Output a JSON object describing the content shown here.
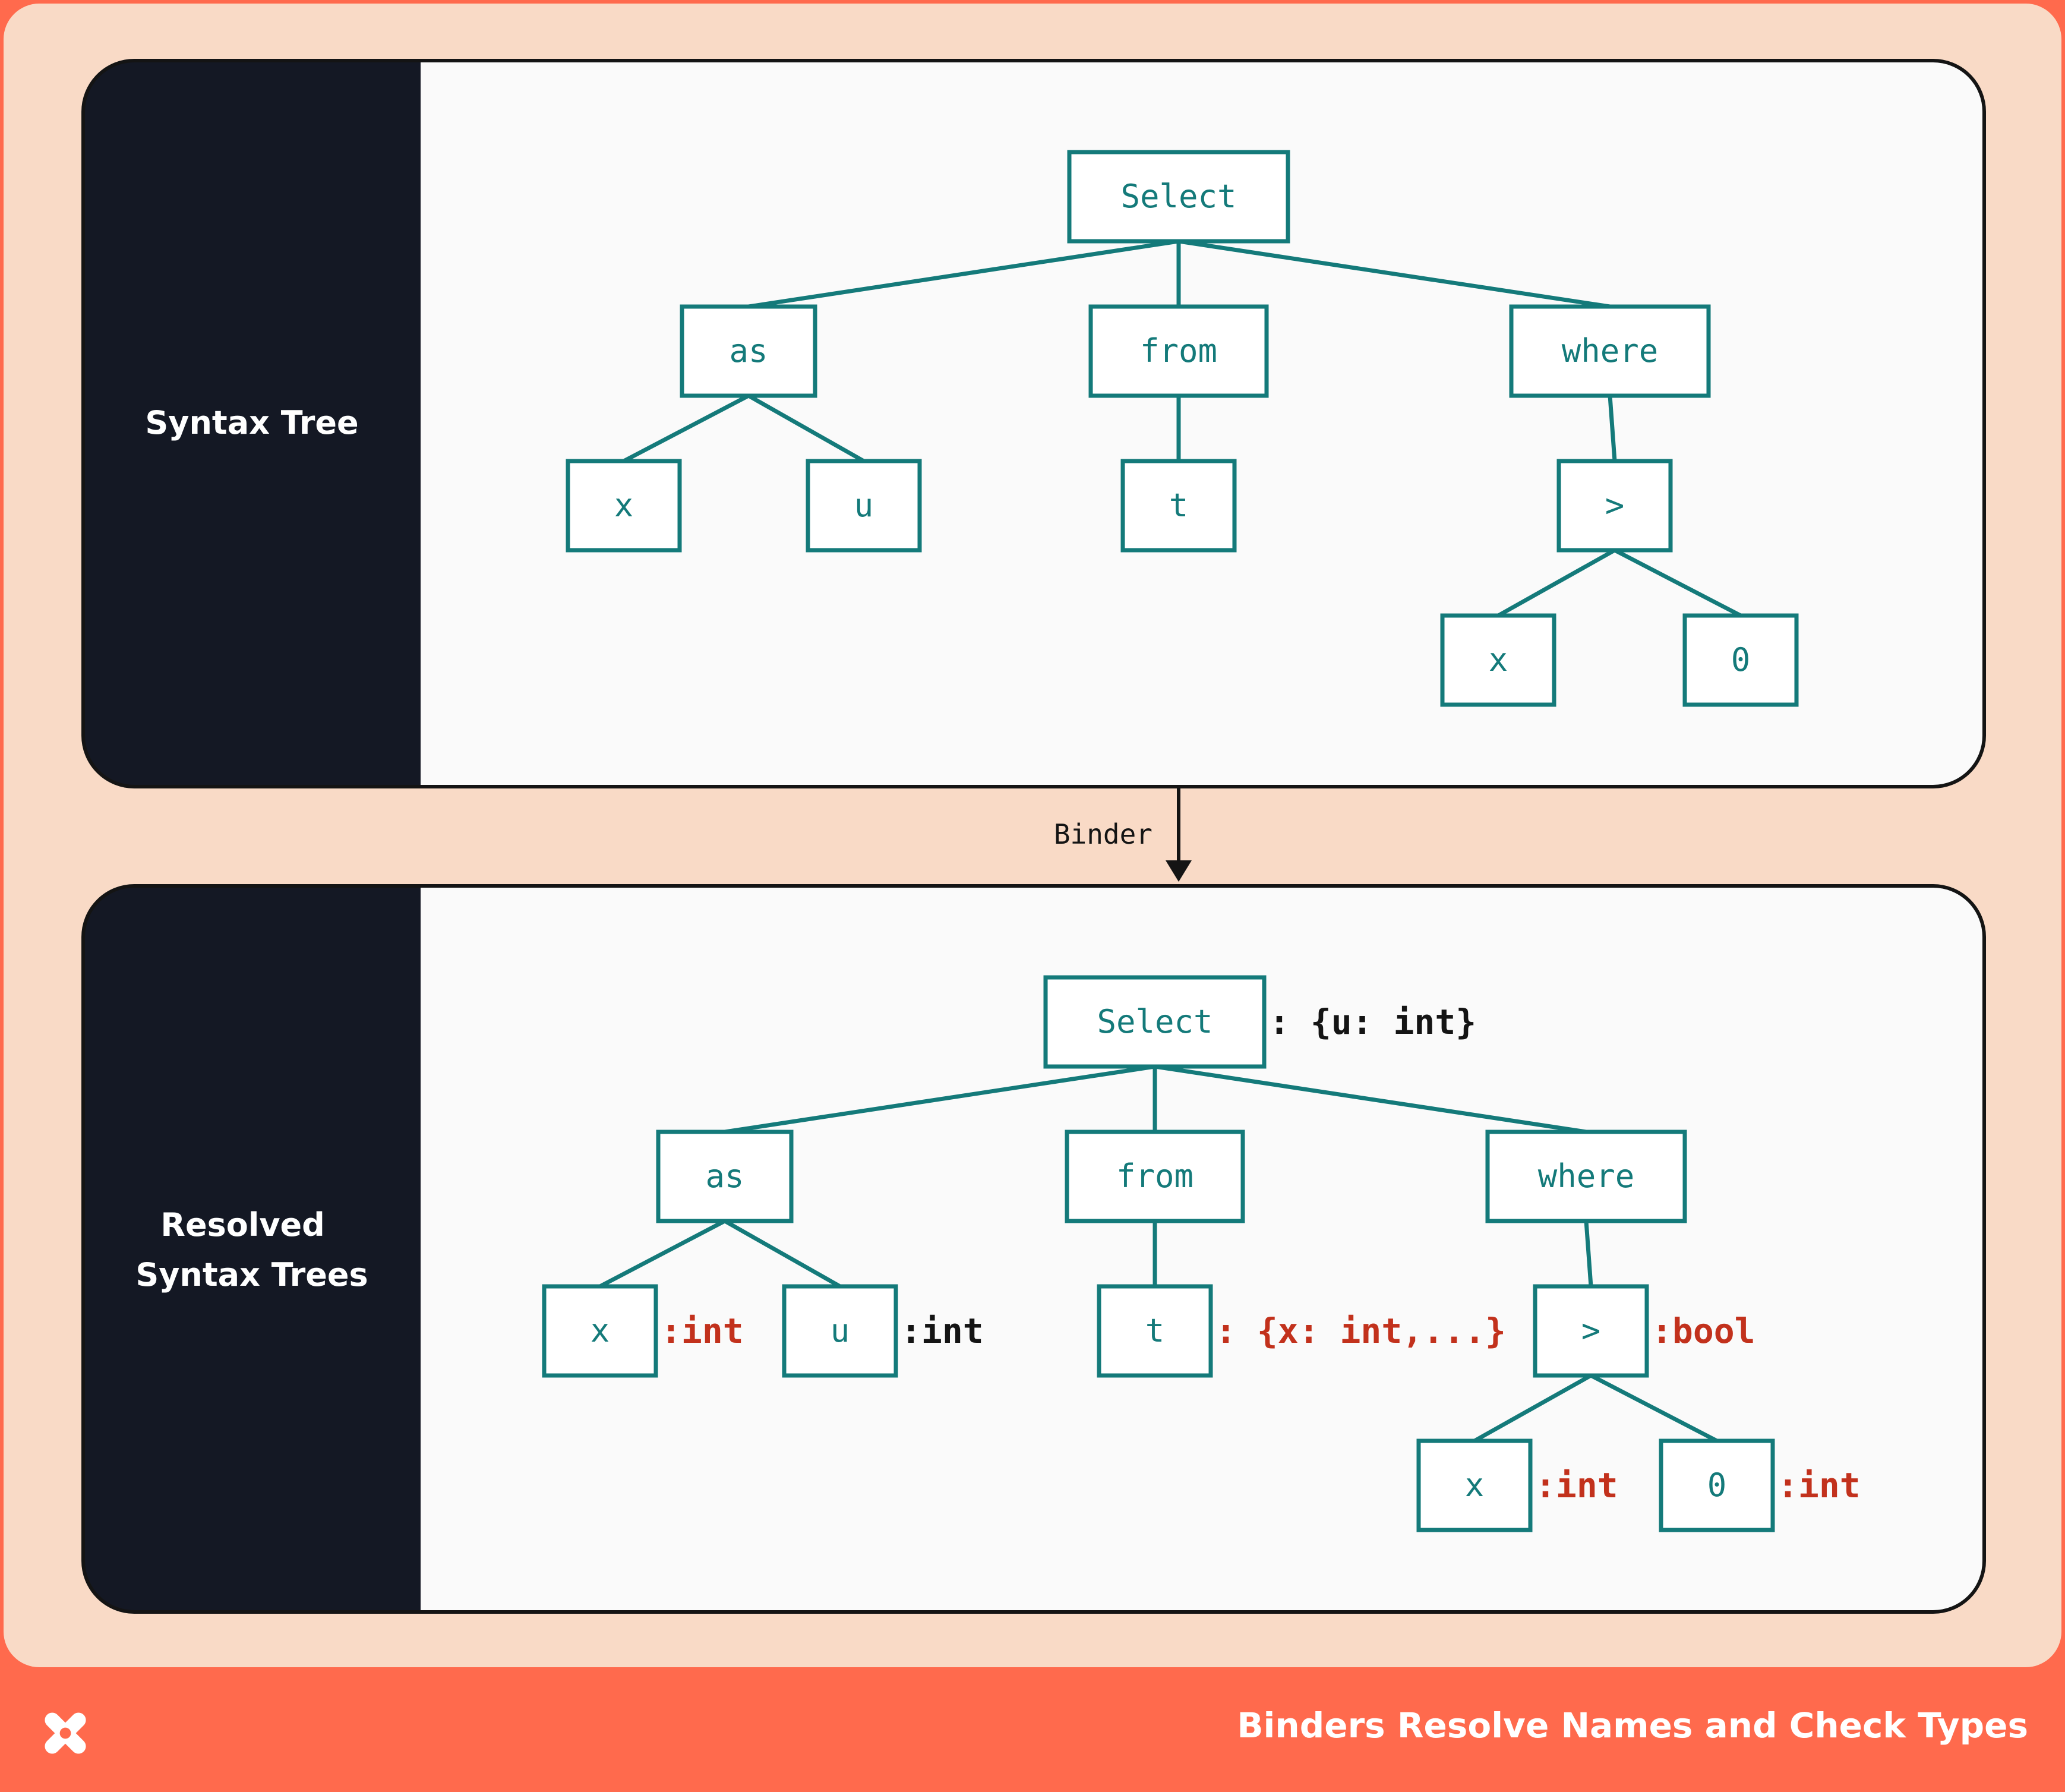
{
  "footer": {
    "title": "Binders Resolve Names and Check Types"
  },
  "arrow": {
    "label": "Binder"
  },
  "panel1": {
    "title_lines": [
      "Syntax Tree"
    ],
    "nodes": {
      "select": "Select",
      "as": "as",
      "from": "from",
      "where": "where",
      "x1": "x",
      "u": "u",
      "t": "t",
      "gt": ">",
      "x2": "x",
      "zero": "0"
    }
  },
  "panel2": {
    "title_lines": [
      "Resolved",
      "Syntax Trees"
    ],
    "nodes": {
      "select": "Select",
      "as": "as",
      "from": "from",
      "where": "where",
      "x1": "x",
      "u": "u",
      "t": "t",
      "gt": ">",
      "x2": "x",
      "zero": "0"
    },
    "types": {
      "select": ": {u: int}",
      "x1": ":int",
      "u": ":int",
      "t": ": {x: int,...}",
      "gt": ":bool",
      "x2": ":int",
      "zero": ":int"
    },
    "type_colors": {
      "select": "#141414",
      "x1": "#c2311c",
      "u": "#141414",
      "t": "#c2311c",
      "gt": "#c2311c",
      "x2": "#c2311c",
      "zero": "#c2311c"
    }
  },
  "colors": {
    "background": "#ff6a4d",
    "frame": "#f9dac6",
    "panel_dark": "#141824",
    "panel_light": "#fafafa",
    "teal": "#147a7a",
    "type_red": "#c2311c"
  }
}
